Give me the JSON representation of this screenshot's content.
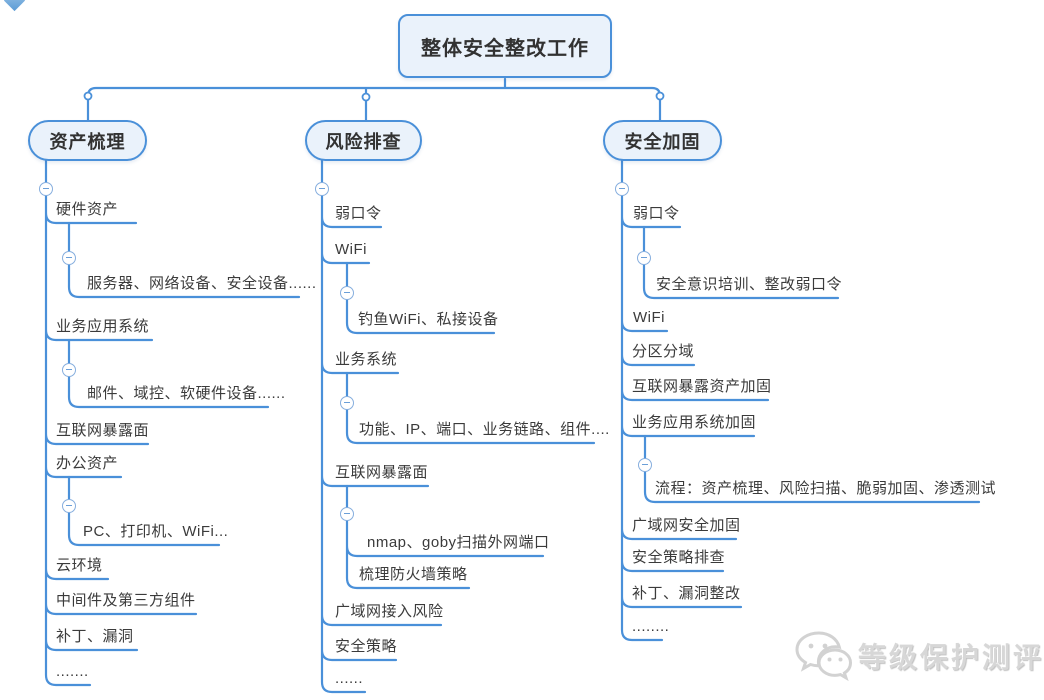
{
  "root": {
    "label": "整体安全整改工作"
  },
  "branches": [
    {
      "label": "资产梳理",
      "items": [
        {
          "label": "硬件资产",
          "children": [
            "服务器、网络设备、安全设备......"
          ]
        },
        {
          "label": "业务应用系统",
          "children": [
            "邮件、域控、软硬件设备......"
          ]
        },
        {
          "label": "互联网暴露面"
        },
        {
          "label": "办公资产",
          "children": [
            "PC、打印机、WiFi..."
          ]
        },
        {
          "label": "云环境"
        },
        {
          "label": "中间件及第三方组件"
        },
        {
          "label": "补丁、漏洞"
        },
        {
          "label": "......."
        }
      ]
    },
    {
      "label": "风险排查",
      "items": [
        {
          "label": "弱口令"
        },
        {
          "label": "WiFi",
          "children": [
            "钓鱼WiFi、私接设备"
          ]
        },
        {
          "label": "业务系统",
          "children": [
            "功能、IP、端口、业务链路、组件...."
          ]
        },
        {
          "label": "互联网暴露面",
          "children": [
            "nmap、goby扫描外网端口",
            "梳理防火墙策略"
          ]
        },
        {
          "label": "广域网接入风险"
        },
        {
          "label": "安全策略"
        },
        {
          "label": "......"
        }
      ]
    },
    {
      "label": "安全加固",
      "items": [
        {
          "label": "弱口令",
          "children": [
            "安全意识培训、整改弱口令"
          ]
        },
        {
          "label": "WiFi"
        },
        {
          "label": "分区分域"
        },
        {
          "label": "互联网暴露资产加固"
        },
        {
          "label": "业务应用系统加固",
          "children": [
            "流程：资产梳理、风险扫描、脆弱加固、渗透测试"
          ]
        },
        {
          "label": "广域网安全加固"
        },
        {
          "label": "安全策略排查"
        },
        {
          "label": "补丁、漏洞整改"
        },
        {
          "label": "........"
        }
      ]
    }
  ],
  "watermark": {
    "icon": "wechat-icon",
    "text": "等级保护测评"
  },
  "colors": {
    "accent": "#4a90d9",
    "node_fill": "#eaf2fb",
    "line": "#4a90d9",
    "text": "#3b3b3b",
    "watermark": "#d7d7d7"
  }
}
